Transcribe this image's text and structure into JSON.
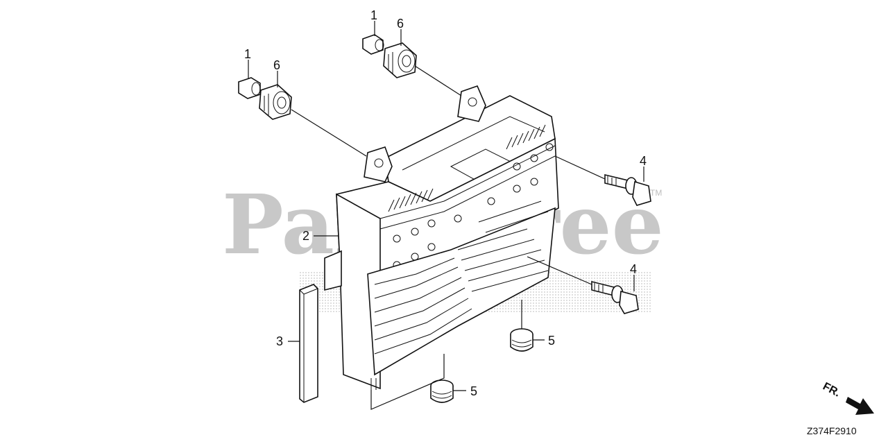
{
  "diagram": {
    "watermark": "PartsTree",
    "watermark_mark": "TM",
    "drawing_code": "Z374F2910",
    "direction_indicator": "FR.",
    "callouts": [
      {
        "id": "c1a",
        "label": "1"
      },
      {
        "id": "c6a",
        "label": "6"
      },
      {
        "id": "c1b",
        "label": "1"
      },
      {
        "id": "c6b",
        "label": "6"
      },
      {
        "id": "c2",
        "label": "2"
      },
      {
        "id": "c3",
        "label": "3"
      },
      {
        "id": "c4a",
        "label": "4"
      },
      {
        "id": "c4b",
        "label": "4"
      },
      {
        "id": "c5a",
        "label": "5"
      },
      {
        "id": "c5b",
        "label": "5"
      }
    ],
    "colors": {
      "line": "#111111",
      "watermark": "#c8c8c8",
      "background": "#ffffff"
    }
  }
}
